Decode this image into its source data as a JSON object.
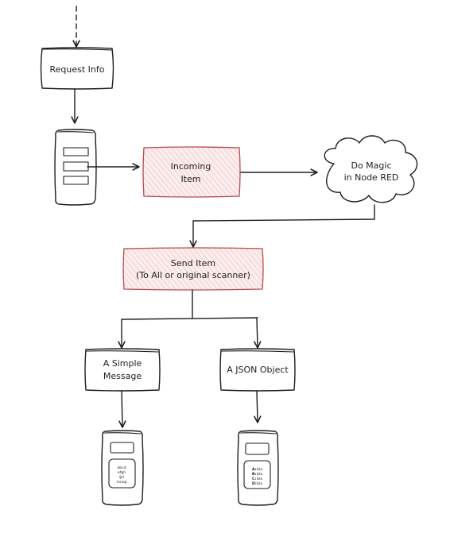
{
  "colors": {
    "ink": "#1e1e1e",
    "accent": "#c0504d",
    "fill": "#ffffff"
  },
  "nodes": {
    "request_info": "Request Info",
    "incoming_item": [
      "Incoming",
      "Item"
    ],
    "do_magic": [
      "Do Magic",
      "in Node RED"
    ],
    "send_item": [
      "Send Item",
      "(To All or original scanner)"
    ],
    "simple_message": [
      "A Simple",
      "Message"
    ],
    "json_object": "A JSON Object"
  },
  "scanner_message_lines": [
    "abcd",
    "efgh",
    "ijkl",
    "mnop"
  ],
  "scanner_json_rows": [
    {
      "key": "A:",
      "value": "bla"
    },
    {
      "key": "B:",
      "value": "bla"
    },
    {
      "key": "C:",
      "value": "bla"
    },
    {
      "key": "D:",
      "value": "bla"
    }
  ]
}
